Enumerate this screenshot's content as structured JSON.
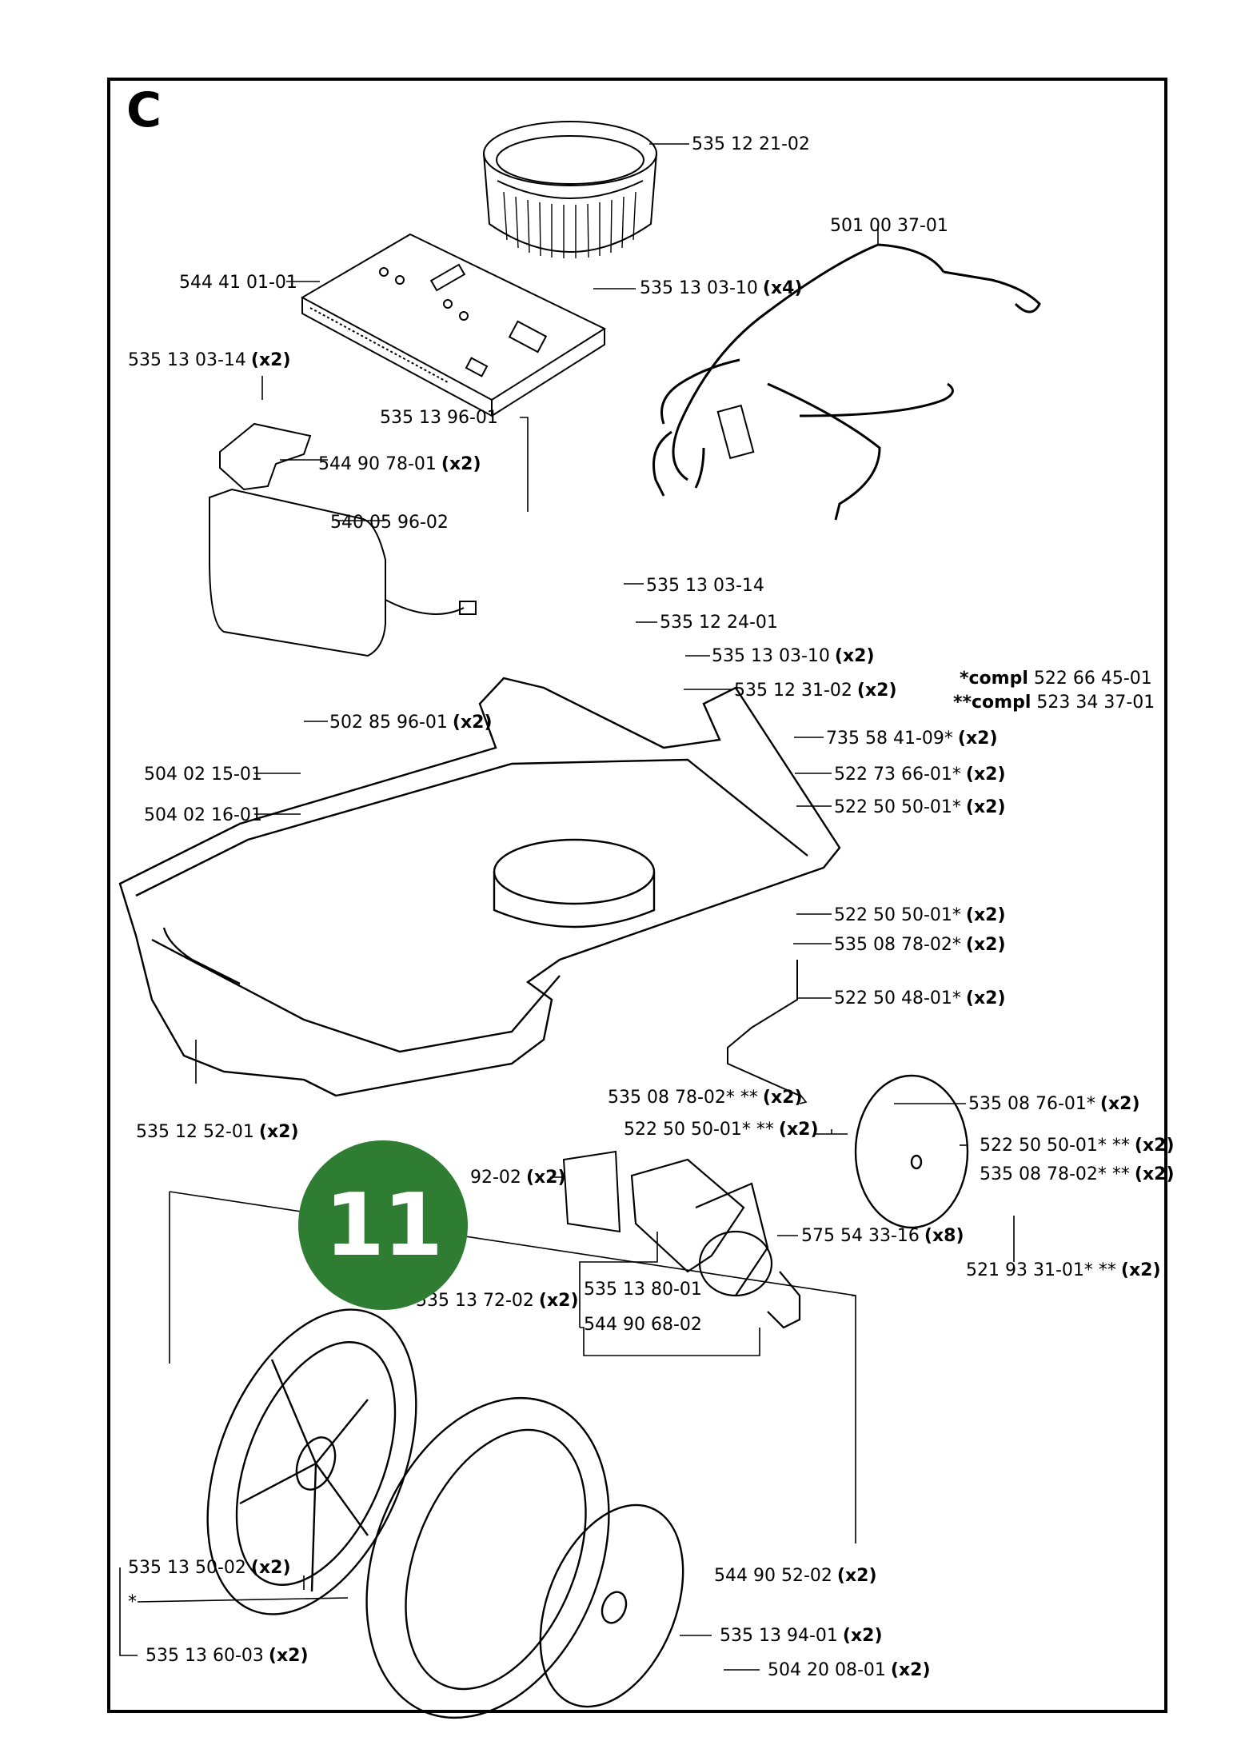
{
  "section_letter": "C",
  "badge_number": "11",
  "notes": {
    "compl_single": {
      "marker": "*compl",
      "part": "522 66 45-01"
    },
    "compl_double": {
      "marker": "**compl",
      "part": "523 34 37-01"
    }
  },
  "parts": [
    {
      "id": "p1",
      "number": "535 12 21-02",
      "qty": ""
    },
    {
      "id": "p2",
      "number": "501 00 37-01",
      "qty": ""
    },
    {
      "id": "p3",
      "number": "544 41 01-01",
      "qty": ""
    },
    {
      "id": "p4",
      "number": "535 13 03-10",
      "qty": "(x4)"
    },
    {
      "id": "p5",
      "number": "535 13 03-14",
      "qty": "(x2)"
    },
    {
      "id": "p6",
      "number": "535 13 96-01",
      "qty": ""
    },
    {
      "id": "p7",
      "number": "544 90 78-01",
      "qty": "(x2)"
    },
    {
      "id": "p8",
      "number": "540 05 96-02",
      "qty": ""
    },
    {
      "id": "p9",
      "number": "535 13 03-14",
      "qty": ""
    },
    {
      "id": "p10",
      "number": "535 12 24-01",
      "qty": ""
    },
    {
      "id": "p11",
      "number": "535 13 03-10",
      "qty": "(x2)"
    },
    {
      "id": "p12",
      "number": "535 12 31-02",
      "qty": "(x2)"
    },
    {
      "id": "p13",
      "number": "502 85 96-01",
      "qty": "(x2)"
    },
    {
      "id": "p14",
      "number": "735 58 41-09*",
      "qty": "(x2)"
    },
    {
      "id": "p15",
      "number": "504 02 15-01",
      "qty": ""
    },
    {
      "id": "p16",
      "number": "522 73 66-01*",
      "qty": "(x2)"
    },
    {
      "id": "p17",
      "number": "522 50 50-01*",
      "qty": "(x2)"
    },
    {
      "id": "p18",
      "number": "504 02 16-01",
      "qty": ""
    },
    {
      "id": "p19",
      "number": "522 50 50-01*",
      "qty": "(x2)"
    },
    {
      "id": "p20",
      "number": "535 08 78-02*",
      "qty": "(x2)"
    },
    {
      "id": "p21",
      "number": "522 50 48-01*",
      "qty": "(x2)"
    },
    {
      "id": "p22",
      "number": "535 08 78-02* **",
      "qty": "(x2)"
    },
    {
      "id": "p23",
      "number": "535 08 76-01*",
      "qty": "(x2)"
    },
    {
      "id": "p24",
      "number": "535 12 52-01",
      "qty": "(x2)"
    },
    {
      "id": "p25",
      "number": "522 50 50-01* **",
      "qty": "(x2)"
    },
    {
      "id": "p26",
      "number": "522 50 50-01* **",
      "qty": "(x2)"
    },
    {
      "id": "p27",
      "number": "92-02",
      "qty": "(x2)"
    },
    {
      "id": "p28",
      "number": "535 08 78-02* **",
      "qty": "(x2)"
    },
    {
      "id": "p29",
      "number": "575 54 33-16",
      "qty": "(x8)"
    },
    {
      "id": "p30",
      "number": "521 93 31-01* **",
      "qty": "(x2)"
    },
    {
      "id": "p31",
      "number": "535 13 72-02",
      "qty": "(x2)"
    },
    {
      "id": "p32",
      "number": "535 13 80-01",
      "qty": ""
    },
    {
      "id": "p33",
      "number": "544 90 68-02",
      "qty": ""
    },
    {
      "id": "p34",
      "number": "535 13 50-02",
      "qty": "(x2)"
    },
    {
      "id": "p35",
      "number": "544 90 52-02",
      "qty": "(x2)"
    },
    {
      "id": "p36",
      "number": "*",
      "qty": ""
    },
    {
      "id": "p37",
      "number": "535 13 94-01",
      "qty": "(x2)"
    },
    {
      "id": "p38",
      "number": "535 13 60-03",
      "qty": "(x2)"
    },
    {
      "id": "p39",
      "number": "504 20 08-01",
      "qty": "(x2)"
    }
  ]
}
